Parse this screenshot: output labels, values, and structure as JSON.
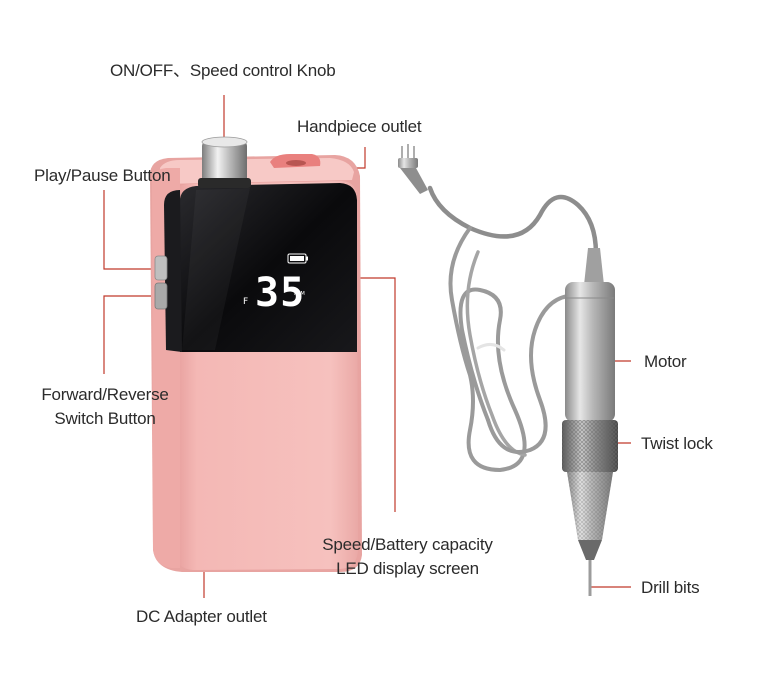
{
  "labels": {
    "knob": "ON/OFF、Speed control Knob",
    "handpiece_outlet": "Handpiece outlet",
    "play_pause": "Play/Pause Button",
    "forward_reverse_line1": "Forward/Reverse",
    "forward_reverse_line2": "Switch Button",
    "display_line1": "Speed/Battery capacity",
    "display_line2": "LED display screen",
    "dc_adapter": "DC Adapter outlet",
    "motor": "Motor",
    "twist_lock": "Twist lock",
    "drill_bits": "Drill bits"
  },
  "display": {
    "speed_value": "35",
    "direction": "F",
    "unit": "RPM",
    "battery_level": 1.0
  },
  "colors": {
    "body_pink": "#f4b8b5",
    "body_pink_shade": "#e9a09f",
    "screen_black": "#0d0d0f",
    "led_white": "#ffffff",
    "callout_red": "#c0392b",
    "knob_silver": "#c9c9c9",
    "cord_gray": "#9a9a9a",
    "handpiece_silver": "#b5b5b5"
  }
}
